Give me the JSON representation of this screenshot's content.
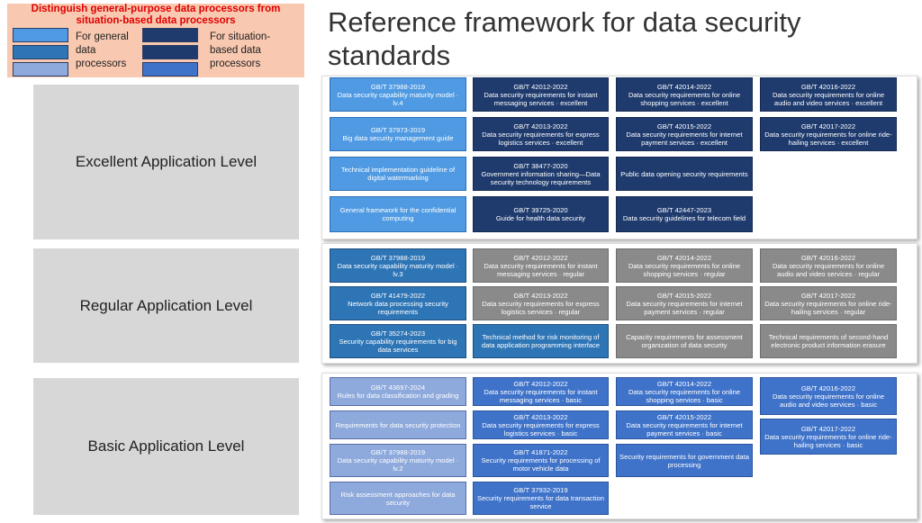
{
  "legend": {
    "title_line1": "Distinguish  general-purpose data processors from",
    "title_line2": "situation-based data processors",
    "general_label": [
      "For general",
      "data",
      "processors"
    ],
    "situation_label": [
      "For situation-",
      "based data",
      "processors"
    ],
    "general_colors": [
      "#4f9ae2",
      "#2e75b6",
      "#8ea9db"
    ],
    "situation_colors": [
      "#1f3b6e",
      "#1f3b6e",
      "#3f73c9"
    ]
  },
  "title_line1": "Reference framework for data security",
  "title_line2": "standards",
  "levels": [
    {
      "label": "Excellent Application Level",
      "cells": [
        {
          "l1": "GB/T 37988-2019",
          "l2": "Data security capability maturity model · lv.4",
          "cls": "c-light"
        },
        {
          "l1": "GB/T 42012-2022",
          "l2": "Data security requirements for instant messaging services · excellent",
          "cls": "c-navy"
        },
        {
          "l1": "GB/T 42014-2022",
          "l2": "Data security requirements for online shopping services · excellent",
          "cls": "c-navy"
        },
        {
          "l1": "GB/T 42016-2022",
          "l2": "Data security requirements for online audio and video services · excellent",
          "cls": "c-navy"
        },
        {
          "l1": "GB/T 37973-2019",
          "l2": "Big data security management guide",
          "cls": "c-light"
        },
        {
          "l1": "GB/T 42013-2022",
          "l2": "Data security requirements for express logistics services · excellent",
          "cls": "c-navy"
        },
        {
          "l1": "GB/T 42015-2022",
          "l2": "Data security requirements for internet payment services · excellent",
          "cls": "c-navy"
        },
        {
          "l1": "GB/T 42017-2022",
          "l2": "Data security requirements for online ride-hailing services · excellent",
          "cls": "c-navy"
        },
        {
          "l1": "",
          "l2": "Technical implementation guideline of digital watermarking",
          "cls": "c-light"
        },
        {
          "l1": "GB/T 38477-2020",
          "l2": "Government information sharing—Data security technology requirements",
          "cls": "c-navy"
        },
        {
          "l1": "",
          "l2": "Public data opening security requirements",
          "cls": "c-navy"
        },
        {
          "l1": "",
          "l2": "General framework for the confidential computing",
          "cls": "c-light"
        },
        {
          "l1": "GB/T 39725-2020",
          "l2": "Guide for health data security",
          "cls": "c-navy"
        },
        {
          "l1": "GB/T 42447-2023",
          "l2": "Data security guidelines for telecom field",
          "cls": "c-navy"
        }
      ]
    },
    {
      "label": "Regular Application Level",
      "cells": [
        {
          "l1": "GB/T 37988-2019",
          "l2": "Data security capability maturity model · lv.3",
          "cls": "c-mid"
        },
        {
          "l1": "GB/T 42012-2022",
          "l2": "Data security requirements for instant messaging services · regular",
          "cls": "c-gray"
        },
        {
          "l1": "GB/T 42014-2022",
          "l2": "Data security requirements for online shopping services · regular",
          "cls": "c-gray"
        },
        {
          "l1": "GB/T 42016-2022",
          "l2": "Data security requirements for online audio and video services · regular",
          "cls": "c-gray"
        },
        {
          "l1": "GB/T 41479-2022",
          "l2": "Network data processing security requirements",
          "cls": "c-mid"
        },
        {
          "l1": "GB/T 42013-2022",
          "l2": "Data security requirements for express logistics services · regular",
          "cls": "c-gray"
        },
        {
          "l1": "GB/T 42015-2022",
          "l2": "Data security requirements for internet payment services · regular",
          "cls": "c-gray"
        },
        {
          "l1": "GB/T 42017-2022",
          "l2": "Data security requirements for online ride-hailing services · regular",
          "cls": "c-gray"
        },
        {
          "l1": "GB/T 35274-2023",
          "l2": "Security capability requirements for big data services",
          "cls": "c-mid"
        },
        {
          "l1": "",
          "l2": "Technical method for risk monitoring of data application programming interface",
          "cls": "c-mid"
        },
        {
          "l1": "",
          "l2": "Capacity requirements for assessment organization of data security",
          "cls": "c-gray"
        },
        {
          "l1": "",
          "l2": "Technical requirements of second-hand electronic product information erasure",
          "cls": "c-gray"
        }
      ]
    },
    {
      "label": "Basic Application Level",
      "cells": [
        {
          "l1": "GB/T 43697-2024",
          "l2": "Rules for data classification and grading",
          "cls": "c-pale"
        },
        {
          "l1": "GB/T 42012-2022",
          "l2": "Data security requirements for instant messaging services · basic",
          "cls": "c-royal"
        },
        {
          "l1": "GB/T 42014-2022",
          "l2": "Data security requirements for online shopping services · basic",
          "cls": "c-royal"
        },
        {
          "l1": "GB/T 42016-2022",
          "l2": "Data security requirements for online audio and video services · basic",
          "cls": "c-royal"
        },
        {
          "l1": "",
          "l2": "Requirements for data security protection",
          "cls": "c-pale"
        },
        {
          "l1": "GB/T 42013-2022",
          "l2": "Data security requirements for express logistics services · basic",
          "cls": "c-royal"
        },
        {
          "l1": "GB/T 42015-2022",
          "l2": "Data security requirements for internet payment services · basic",
          "cls": "c-royal"
        },
        {
          "l1": "GB/T 42017-2022",
          "l2": "Data security requirements for online ride-hailing services · basic",
          "cls": "c-royal"
        },
        {
          "l1": "GB/T 37988-2019",
          "l2": "Data security capability maturity model · lv.2",
          "cls": "c-pale"
        },
        {
          "l1": "GB/T 41871-2022",
          "l2": "Security requirements for processing of motor vehicle data",
          "cls": "c-royal"
        },
        {
          "l1": "",
          "l2": "Security requirements for government data processing",
          "cls": "c-royal"
        },
        {
          "l1": "",
          "l2": "Risk assessment approaches for data security",
          "cls": "c-pale"
        },
        {
          "l1": "GB/T 37932-2019",
          "l2": "Security requirements for data transaction service",
          "cls": "c-royal"
        }
      ]
    }
  ]
}
